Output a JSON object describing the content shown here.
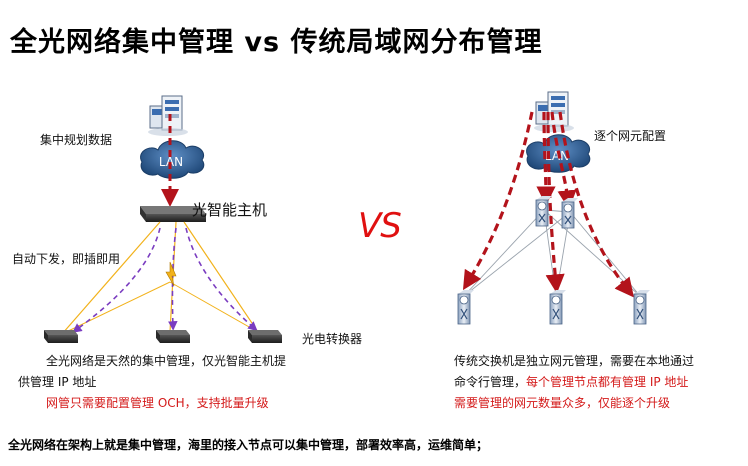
{
  "title": "全光网络集中管理 vs 传统局域网分布管理",
  "left": {
    "label_plan": "集中规划数据",
    "lan": "LAN",
    "label_host": "光智能主机",
    "label_auto": "自动下发，即插即用",
    "label_converter": "光电转换器",
    "desc_line1": "全光网络是天然的集中管理，仅光智能主机提",
    "desc_line2": "供管理 IP 地址",
    "desc_red": "网管只需要配置管理 OCH，支持批量升级"
  },
  "vs": "VS",
  "right": {
    "label_each": "逐个网元配置",
    "lan": "LAN",
    "desc_line1": "传统交换机是独立网元管理，需要在本地通过",
    "desc_line2_black": "命令行管理，",
    "desc_line2_red": "每个管理节点都有管理 IP 地址",
    "desc_line3_red": "需要管理的网元数量众多，仅能逐个升级"
  },
  "footer": "全光网络在架构上就是集中管理，海里的接入节点可以集中管理，部署效率高，运维简单；",
  "colors": {
    "dashed_red": "#b3131b",
    "purple": "#7a3cc0",
    "yellow": "#f2b21b",
    "lan_blue": "#2f5f95",
    "accent_red": "#e01010"
  }
}
